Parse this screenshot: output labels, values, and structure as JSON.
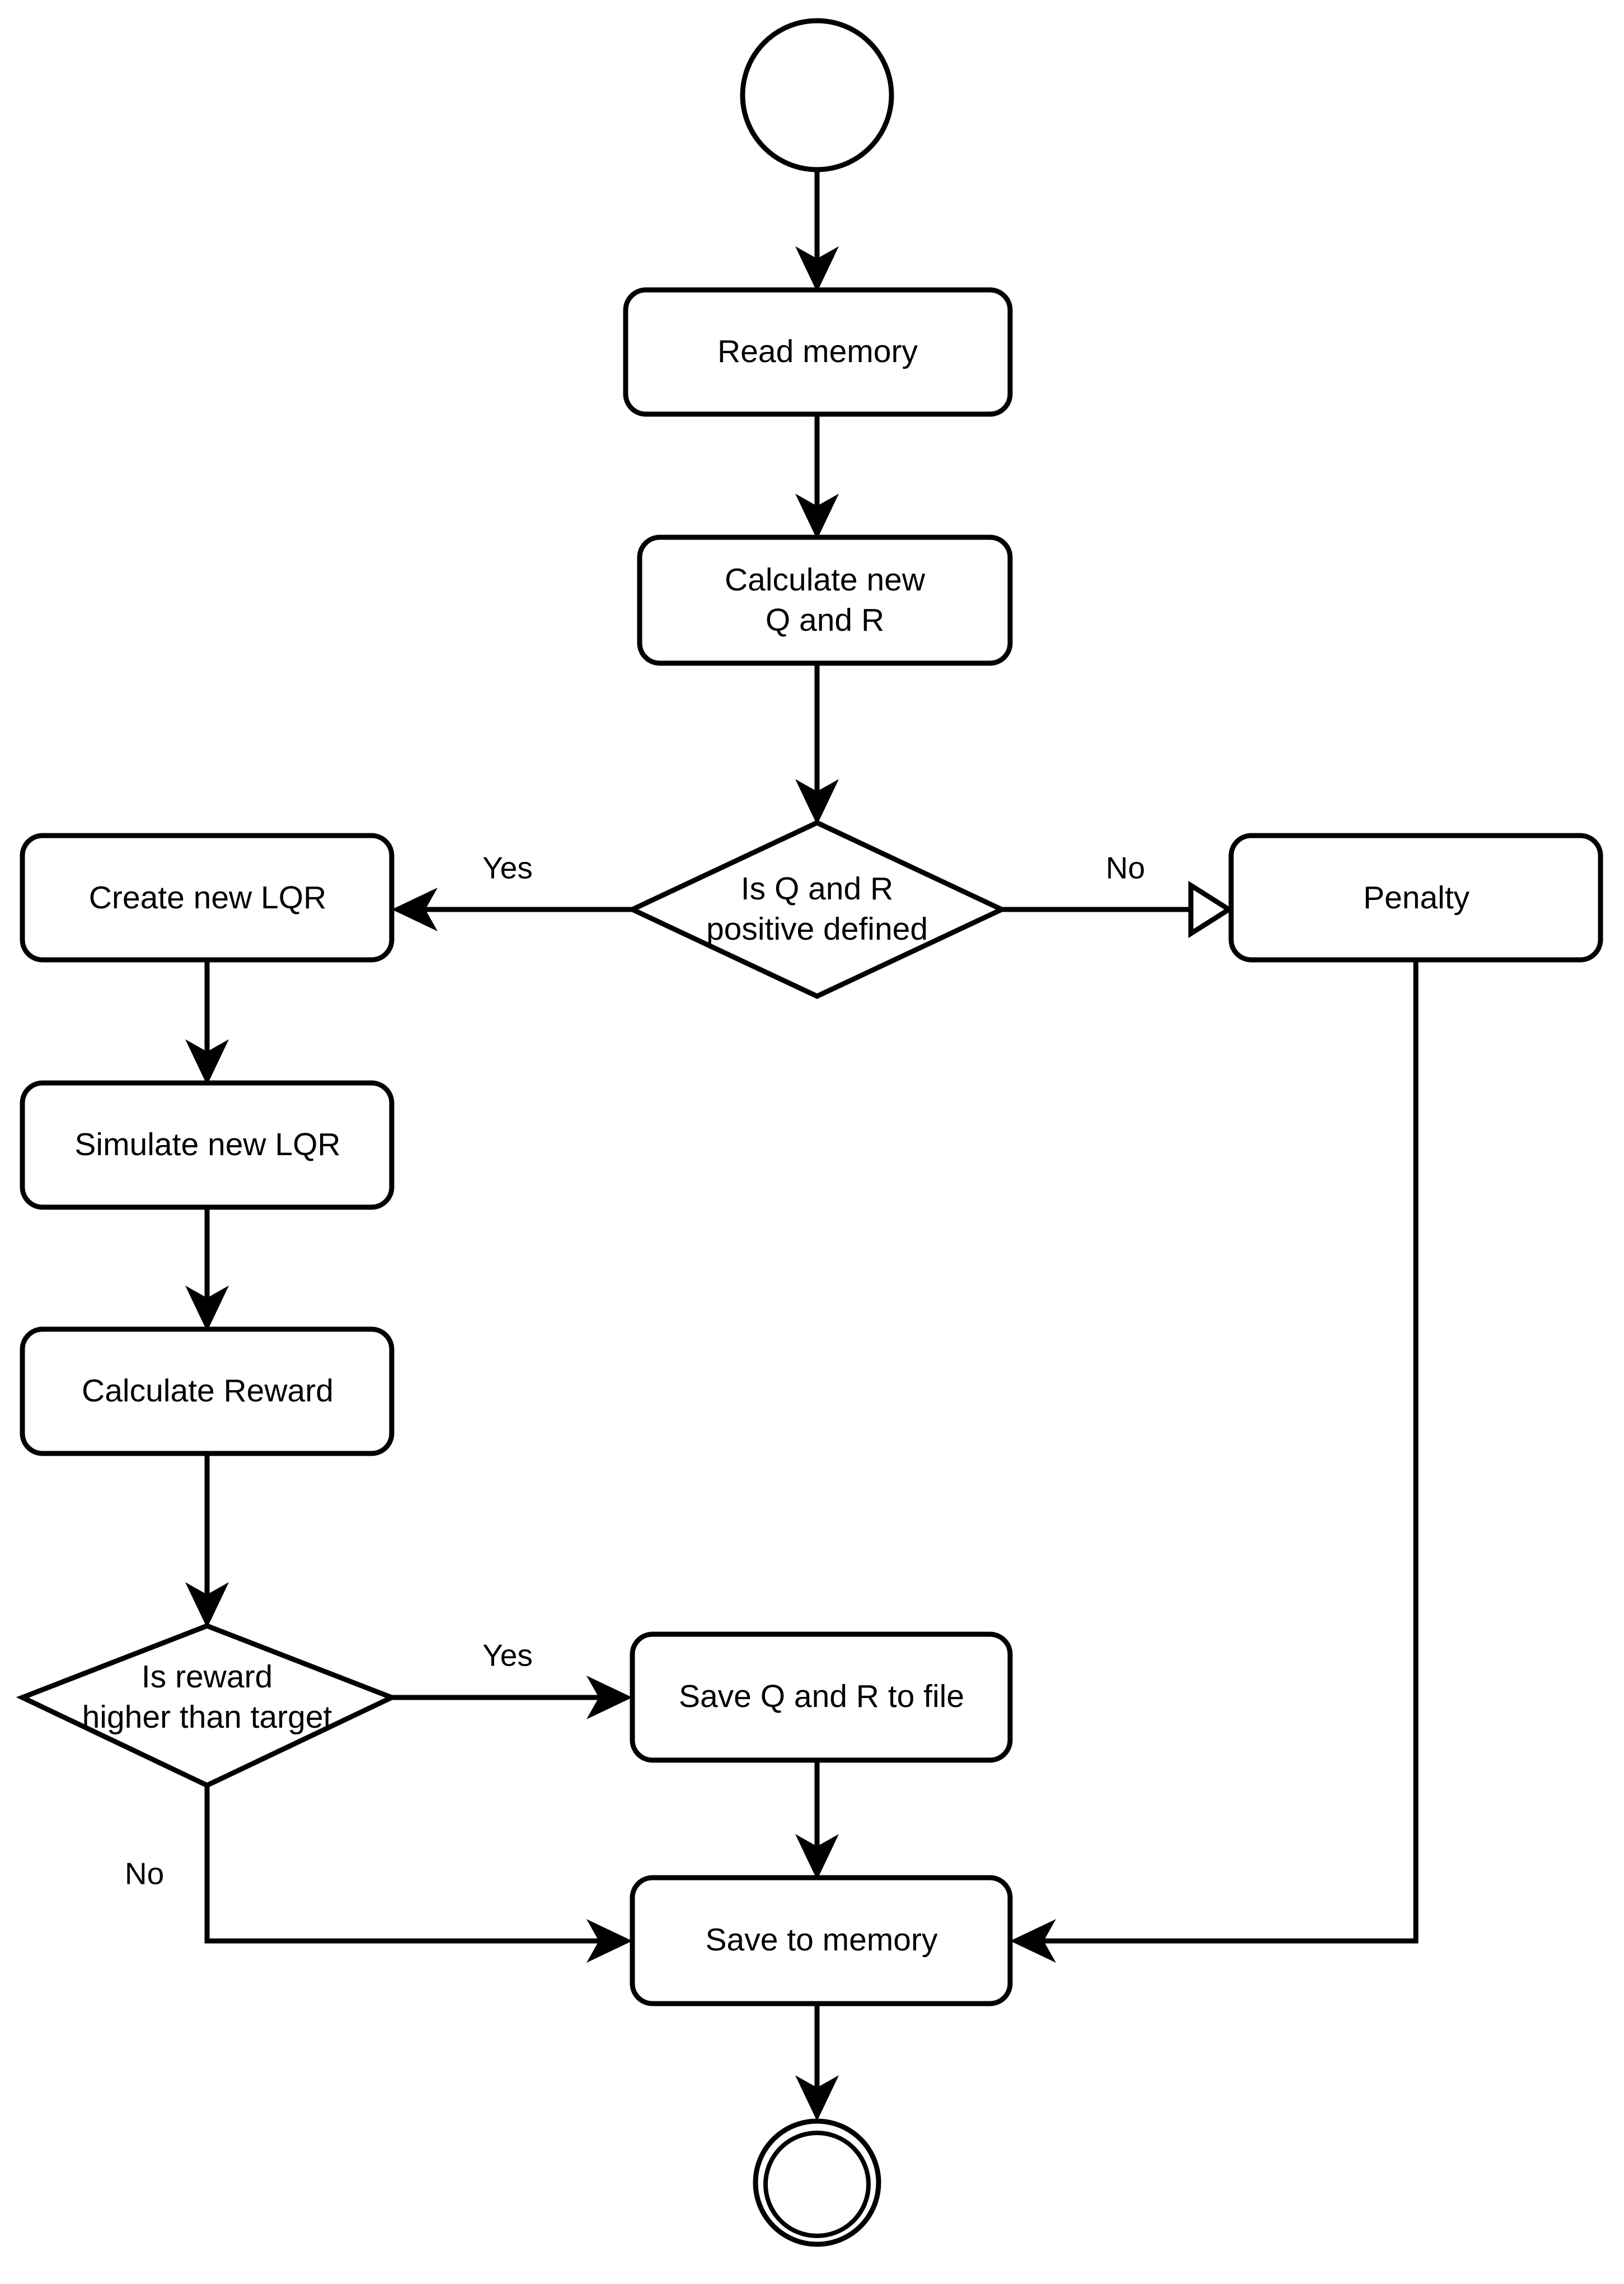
{
  "diagram": {
    "title": "LQR reinforcement learning loop flowchart",
    "type": "flowchart",
    "colors": {
      "stroke": "#000000",
      "fill": "#ffffff",
      "text": "#000000"
    },
    "nodes": {
      "start": {
        "label": "",
        "shape": "circle"
      },
      "read_memory": {
        "label": "Read memory",
        "shape": "rounded-rect"
      },
      "calculate_qr_line1": {
        "label": "Calculate new",
        "shape": "rounded-rect"
      },
      "calculate_qr_line2": {
        "label": "Q and R",
        "shape": "rounded-rect"
      },
      "decision_qr_line1": {
        "label": "Is Q and R",
        "shape": "diamond"
      },
      "decision_qr_line2": {
        "label": "positive defined",
        "shape": "diamond"
      },
      "create_lqr": {
        "label": "Create new LQR",
        "shape": "rounded-rect"
      },
      "penalty": {
        "label": "Penalty",
        "shape": "rounded-rect"
      },
      "simulate_lqr": {
        "label": "Simulate new LQR",
        "shape": "rounded-rect"
      },
      "calculate_reward": {
        "label": "Calculate Reward",
        "shape": "rounded-rect"
      },
      "decision_reward_line1": {
        "label": "Is reward",
        "shape": "diamond"
      },
      "decision_reward_line2": {
        "label": "higher than target",
        "shape": "diamond"
      },
      "save_to_file": {
        "label": "Save Q and R to file",
        "shape": "rounded-rect"
      },
      "save_to_memory": {
        "label": "Save to memory",
        "shape": "rounded-rect"
      },
      "end": {
        "label": "",
        "shape": "double-circle"
      }
    },
    "edge_labels": {
      "qr_yes": "Yes",
      "qr_no": "No",
      "reward_yes": "Yes",
      "reward_no": "No"
    }
  }
}
